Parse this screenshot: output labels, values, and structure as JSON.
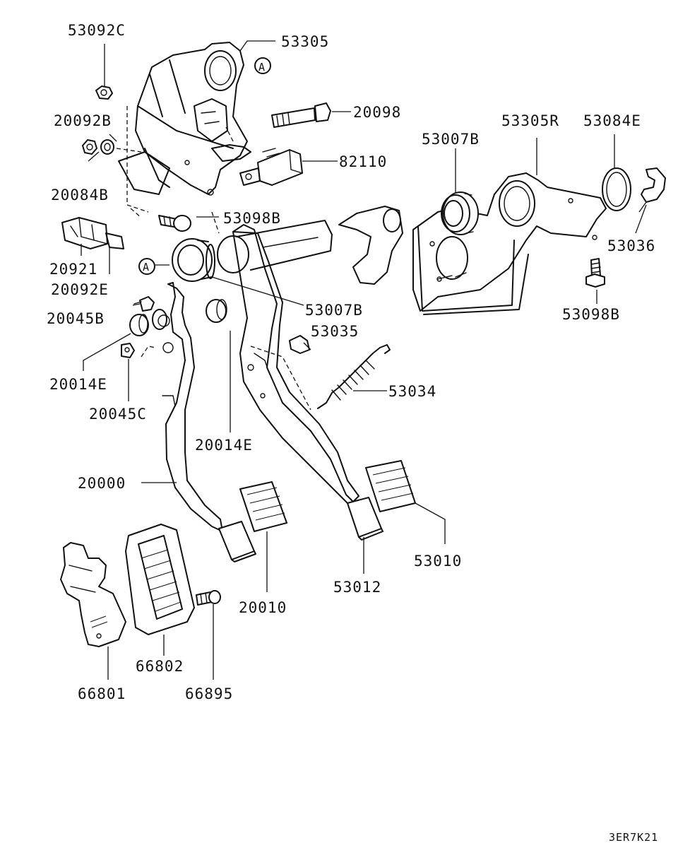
{
  "labels": [
    {
      "id": "53092C",
      "text": "53092C"
    },
    {
      "id": "53305",
      "text": "53305"
    },
    {
      "id": "A1",
      "text": "A"
    },
    {
      "id": "20098",
      "text": "20098"
    },
    {
      "id": "20092B",
      "text": "20092B"
    },
    {
      "id": "82110",
      "text": "82110"
    },
    {
      "id": "53007B_top",
      "text": "53007B"
    },
    {
      "id": "53305R",
      "text": "53305R"
    },
    {
      "id": "53084E",
      "text": "53084E"
    },
    {
      "id": "20084B",
      "text": "20084B"
    },
    {
      "id": "53098B_mid",
      "text": "53098B"
    },
    {
      "id": "53036",
      "text": "53036"
    },
    {
      "id": "20921",
      "text": "20921"
    },
    {
      "id": "A2",
      "text": "A"
    },
    {
      "id": "20092E",
      "text": "20092E"
    },
    {
      "id": "53007B_mid",
      "text": "53007B"
    },
    {
      "id": "53098B_right",
      "text": "53098B"
    },
    {
      "id": "20045B",
      "text": "20045B"
    },
    {
      "id": "53035",
      "text": "53035"
    },
    {
      "id": "20014E_left",
      "text": "20014E"
    },
    {
      "id": "53034",
      "text": "53034"
    },
    {
      "id": "20045C",
      "text": "20045C"
    },
    {
      "id": "20014E_mid",
      "text": "20014E"
    },
    {
      "id": "20000",
      "text": "20000"
    },
    {
      "id": "53010",
      "text": "53010"
    },
    {
      "id": "53012",
      "text": "53012"
    },
    {
      "id": "20010",
      "text": "20010"
    },
    {
      "id": "66802",
      "text": "66802"
    },
    {
      "id": "66801",
      "text": "66801"
    },
    {
      "id": "66895",
      "text": "66895"
    }
  ],
  "diagram_code": "3ER7K21"
}
